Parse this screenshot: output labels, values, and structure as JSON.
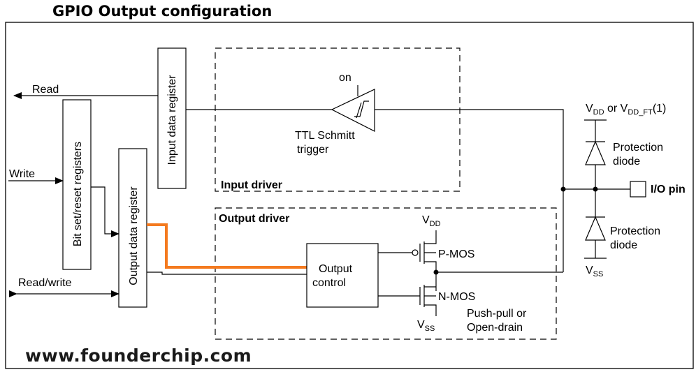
{
  "title": "GPIO Output configuration",
  "labels": {
    "read": "Read",
    "write": "Write",
    "read_write": "Read/write",
    "input_data_register": "Input data register",
    "bit_set_reset_registers": "Bit set/reset registers",
    "output_data_register": "Output data register",
    "on": "on",
    "schmitt_line1": "TTL Schmitt",
    "schmitt_line2": "trigger",
    "input_driver": "Input driver",
    "output_driver": "Output driver",
    "output_control_line1": "Output",
    "output_control_line2": "control",
    "vdd_top_v": "V",
    "vdd_top_sub1": "DD",
    "vdd_top_or": " or V",
    "vdd_top_sub2": "DD_FT",
    "vdd_top_note": "(1)",
    "protection_line1": "Protection",
    "protection_line2": "diode",
    "protection2_line1": "Protection",
    "protection2_line2": "diode",
    "io_pin": "I/O pin",
    "vss_right_v": "V",
    "vss_right_sub": "SS",
    "vdd_mos_v": "V",
    "vdd_mos_sub": "DD",
    "pmos": "P-MOS",
    "nmos": "N-MOS",
    "vss_mos_v": "V",
    "vss_mos_sub": "SS",
    "pushpull_line1": "Push-pull or",
    "pushpull_line2": "Open-drain"
  },
  "watermark": "www.founderchip.com",
  "colors": {
    "highlight_path": "#f47a1f",
    "line": "#000000",
    "background": "#ffffff"
  }
}
